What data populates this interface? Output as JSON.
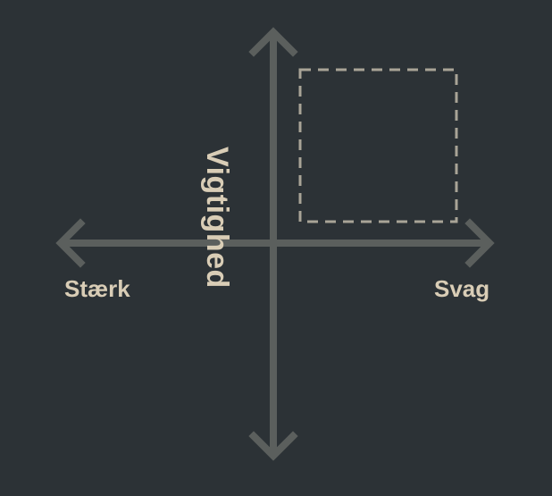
{
  "diagram": {
    "axis_left_label": "Stærk",
    "axis_right_label": "Svag",
    "axis_vertical_label": "Vigtighed",
    "colors": {
      "background": "#2c3236",
      "axis": "#5b5f5d",
      "text": "#d9cdb6",
      "dashed_box": "#a9a497"
    }
  }
}
